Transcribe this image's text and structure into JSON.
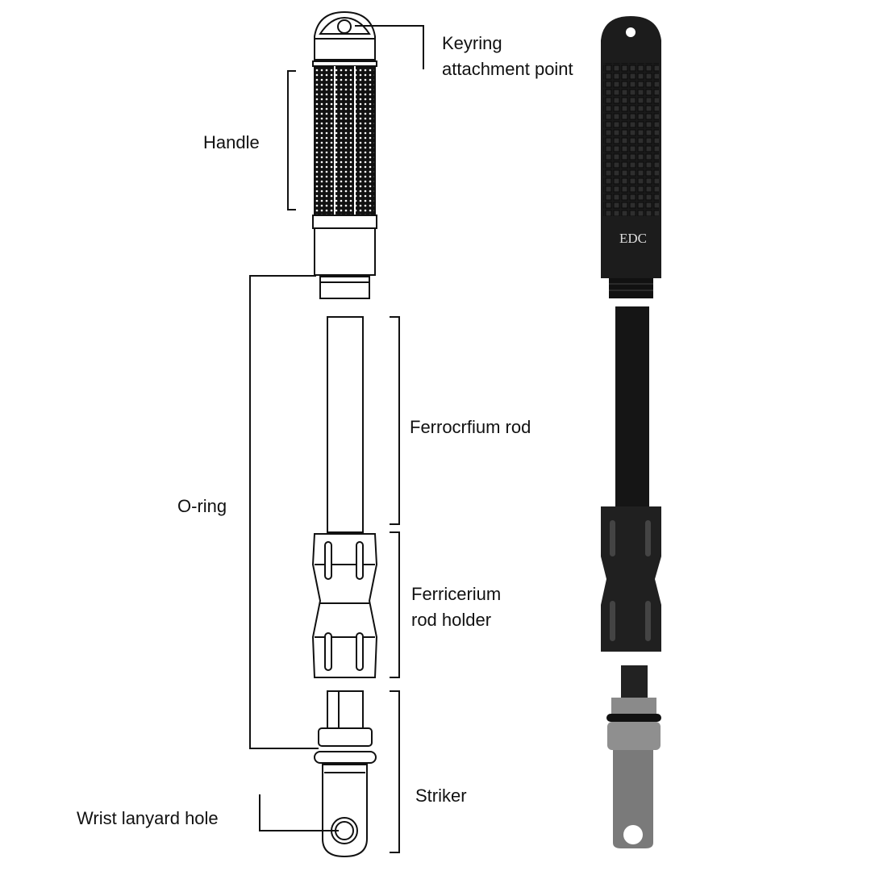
{
  "labels": {
    "keyring_line1": "Keyring",
    "keyring_line2": "attachment point",
    "handle": "Handle",
    "ferro_rod": "Ferrocrfium rod",
    "o_ring": "O-ring",
    "holder_line1": "Ferricerium",
    "holder_line2": "rod holder",
    "striker": "Striker",
    "wrist_lanyard": "Wrist lanyard hole"
  },
  "product_marking": "EDC",
  "colors": {
    "line": "#111111",
    "product_black": "#1a1a1a",
    "striker_gray": "#7a7a7a"
  }
}
